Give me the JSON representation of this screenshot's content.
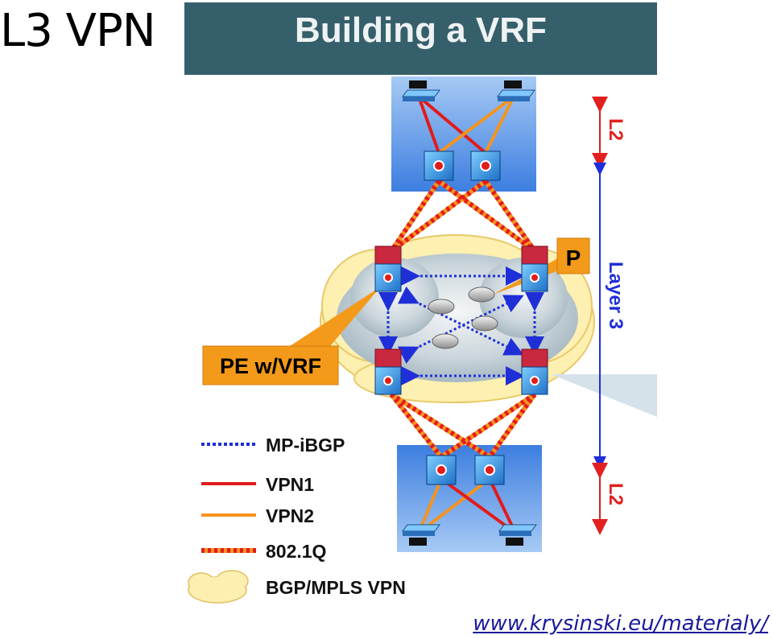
{
  "slide": {
    "title": "L3 VPN",
    "banner": "Building a VRF",
    "link": "www.krysinski.eu/materialy/"
  },
  "callouts": {
    "p": "P",
    "pe": "PE w/VRF"
  },
  "side_labels": {
    "top": "L2",
    "middle": "Layer 3",
    "bottom": "L2"
  },
  "legend": [
    {
      "key": "mpibgp",
      "label": "MP-iBGP"
    },
    {
      "key": "vpn1",
      "label": "VPN1"
    },
    {
      "key": "vpn2",
      "label": "VPN2"
    },
    {
      "key": "dot1q",
      "label": "802.1Q"
    },
    {
      "key": "cloud",
      "label": "BGP/MPLS VPN"
    }
  ],
  "colors": {
    "banner": "#35606b",
    "vpn1": "#e21b1b",
    "vpn2": "#f6931e",
    "mpibgp": "#1f2fd8",
    "callout": "#f49a1a",
    "arrow": "#e22020",
    "layer3": "#1f2fd8"
  },
  "icons": [
    "access-switch-icon",
    "multilayer-switch-icon",
    "pe-router-icon",
    "p-router-icon",
    "cloud-icon"
  ]
}
